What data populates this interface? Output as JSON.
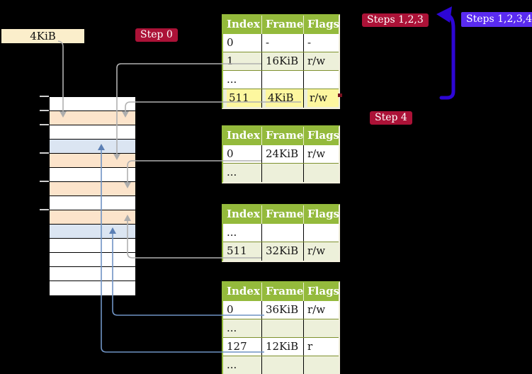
{
  "badges": {
    "frame_size": "4KiB",
    "step0": "Step 0",
    "steps123": "Steps 1,2,3",
    "steps1234": "Steps 1,2,3,4",
    "step4": "Step 4"
  },
  "colors": {
    "header_green": "#94ba3c",
    "shaded_row_green": "#edf0da",
    "page_table_frame_peach": "#fce4cb",
    "mapped_frame_blue": "#dbe5f2",
    "highlight_yellow": "#fdf79f",
    "badge_crimson": "#ab1237",
    "badge_violet": "#5a2bf0",
    "big_arrow_blue": "#2d06d5",
    "connector_grey": "#b0b0b0",
    "connector_blue": "#6f93c4",
    "size_label_cream": "#fbeecb"
  },
  "page_tables": [
    {
      "name": "level-4-table",
      "headers": [
        "Index",
        "Frame",
        "Flags"
      ],
      "rows": [
        {
          "cells": [
            "0",
            "-",
            "-"
          ],
          "shaded": false,
          "highlight": false
        },
        {
          "cells": [
            "1",
            "16KiB",
            "r/w"
          ],
          "shaded": true,
          "highlight": false
        },
        {
          "cells": [
            "...",
            "",
            ""
          ],
          "shaded": false,
          "highlight": false
        },
        {
          "cells": [
            "511",
            "4KiB",
            "r/w"
          ],
          "shaded": true,
          "highlight": true
        }
      ]
    },
    {
      "name": "level-3-table",
      "headers": [
        "Index",
        "Frame",
        "Flags"
      ],
      "rows": [
        {
          "cells": [
            "0",
            "24KiB",
            "r/w"
          ],
          "shaded": false,
          "highlight": false
        },
        {
          "cells": [
            "...",
            "",
            ""
          ],
          "shaded": true,
          "highlight": false
        }
      ]
    },
    {
      "name": "level-2-table",
      "headers": [
        "Index",
        "Frame",
        "Flags"
      ],
      "rows": [
        {
          "cells": [
            "...",
            "",
            ""
          ],
          "shaded": false,
          "highlight": false
        },
        {
          "cells": [
            "511",
            "32KiB",
            "r/w"
          ],
          "shaded": true,
          "highlight": false
        }
      ]
    },
    {
      "name": "level-1-table",
      "headers": [
        "Index",
        "Frame",
        "Flags"
      ],
      "rows": [
        {
          "cells": [
            "0",
            "36KiB",
            "r/w"
          ],
          "shaded": false,
          "highlight": false
        },
        {
          "cells": [
            "...",
            "",
            ""
          ],
          "shaded": true,
          "highlight": false
        },
        {
          "cells": [
            "127",
            "12KiB",
            "r"
          ],
          "shaded": false,
          "highlight": false
        },
        {
          "cells": [
            "...",
            "",
            ""
          ],
          "shaded": true,
          "highlight": false
        }
      ]
    }
  ],
  "memory_column": {
    "rows": [
      "plain",
      "table-frame",
      "plain",
      "data-frame",
      "table-frame",
      "plain",
      "table-frame",
      "plain",
      "table-frame",
      "data-frame",
      "plain",
      "plain",
      "plain",
      "plain"
    ]
  }
}
